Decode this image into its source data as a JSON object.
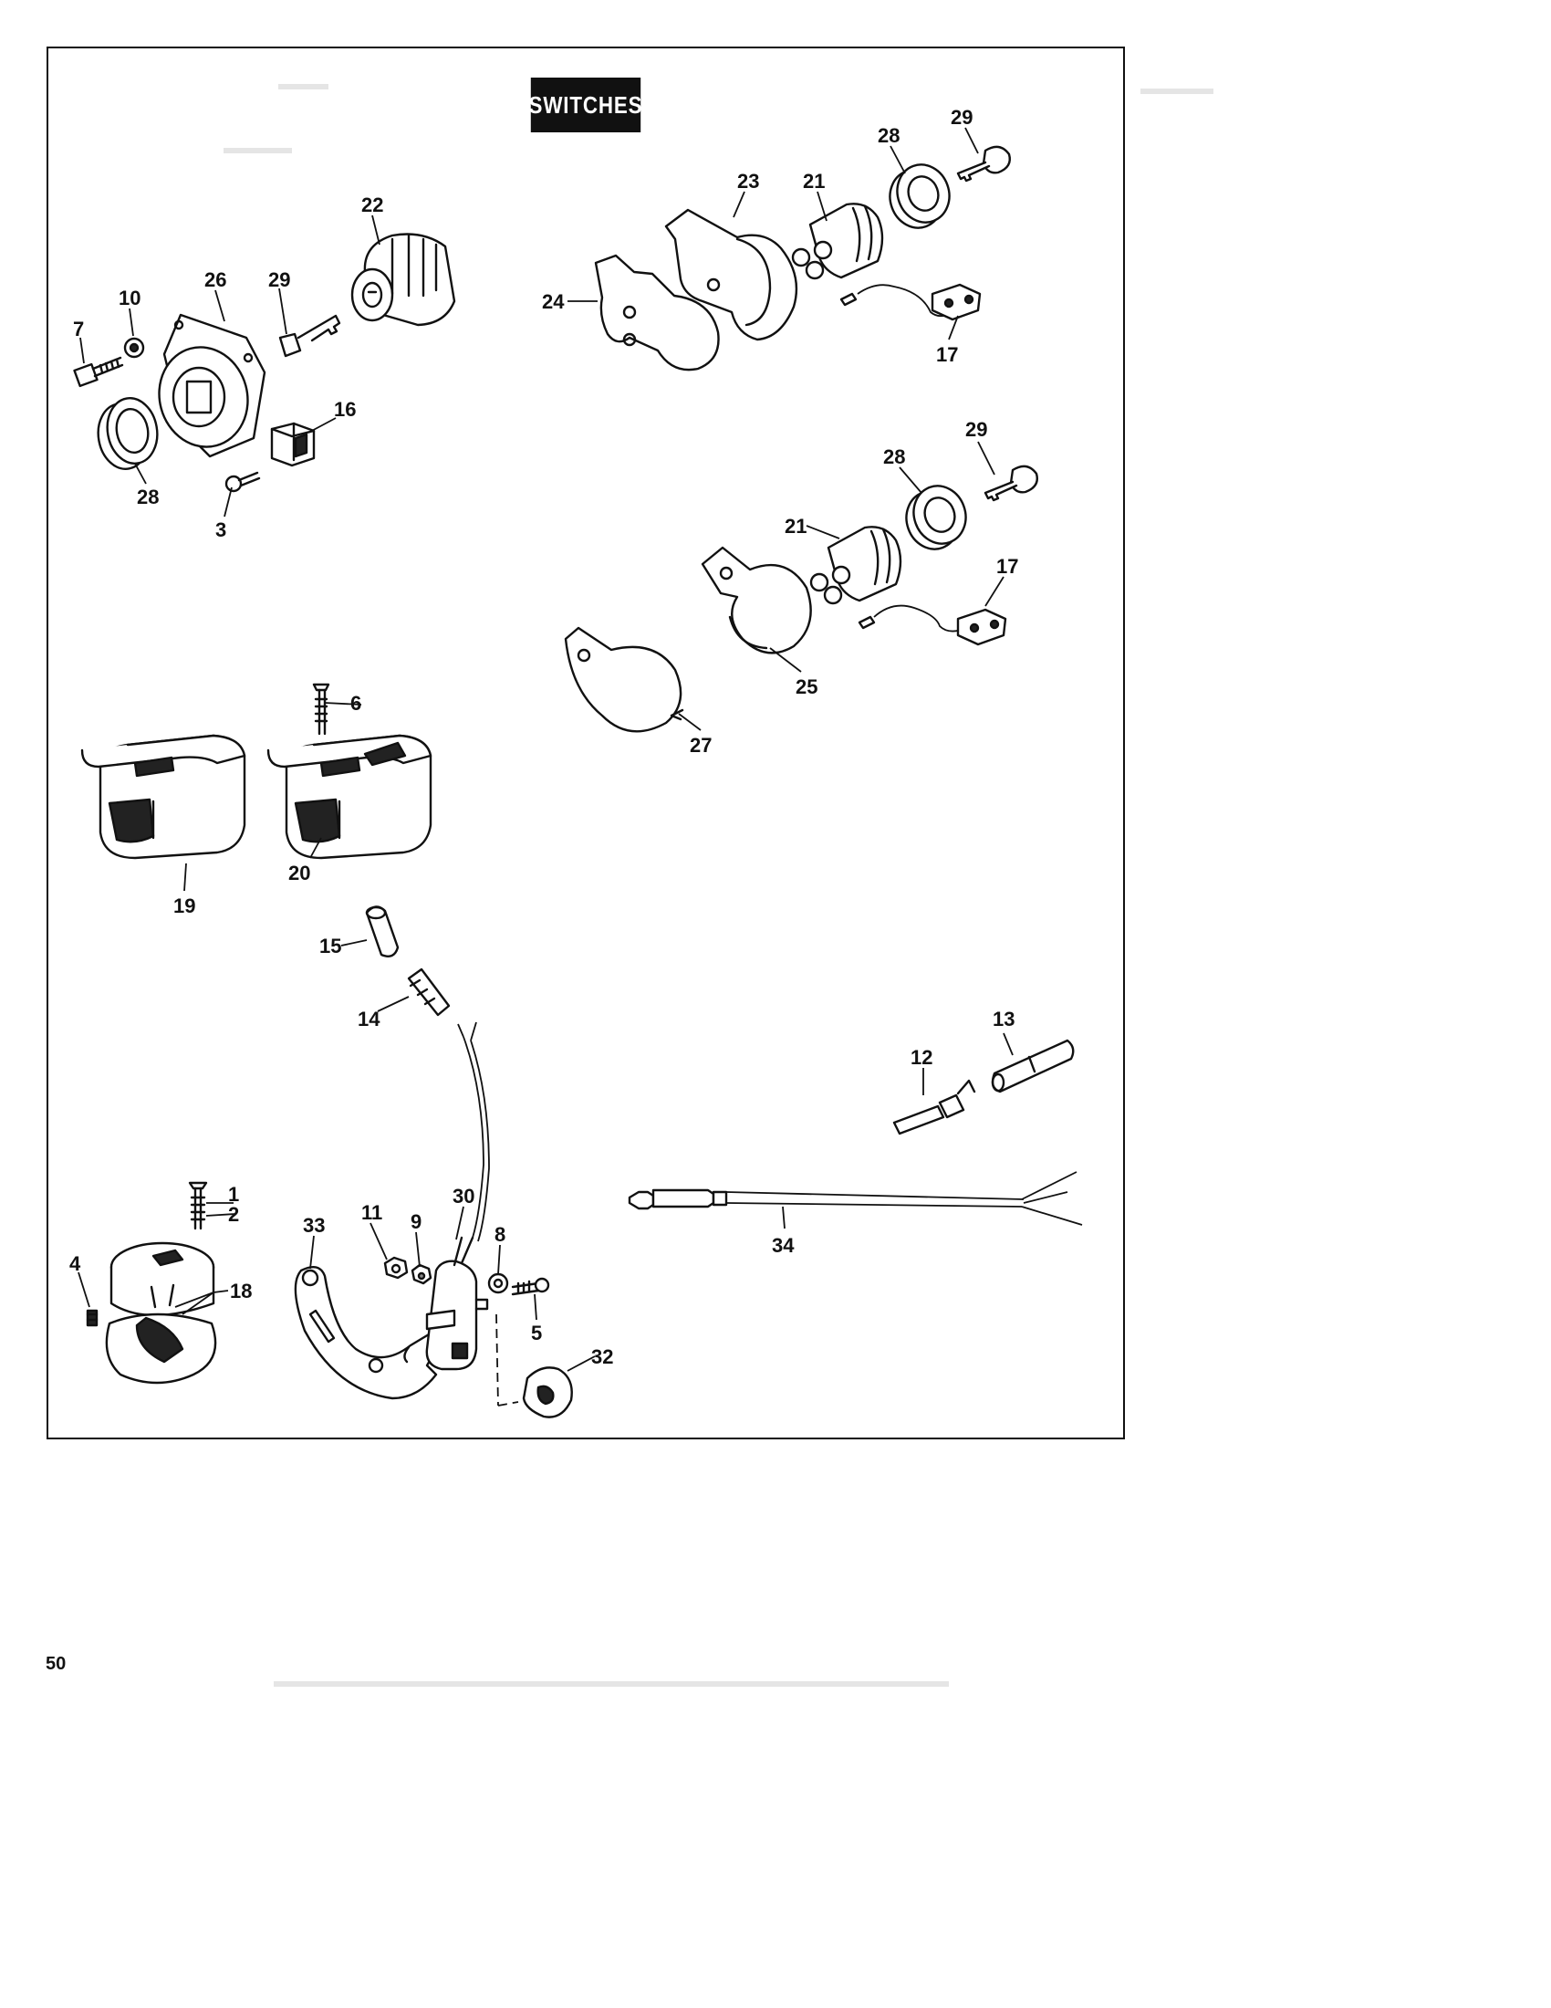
{
  "title": "SWITCHES",
  "page_number": "50",
  "callouts": {
    "c1": "1",
    "c2": "2",
    "c3": "3",
    "c4": "4",
    "c5": "5",
    "c6": "6",
    "c7": "7",
    "c8": "8",
    "c9": "9",
    "c10": "10",
    "c11": "11",
    "c12": "12",
    "c13": "13",
    "c14": "14",
    "c15": "15",
    "c16": "16",
    "c17a": "17",
    "c17b": "17",
    "c18": "18",
    "c19": "19",
    "c20": "20",
    "c21a": "21",
    "c21b": "21",
    "c22": "22",
    "c23": "23",
    "c24": "24",
    "c25": "25",
    "c26": "26",
    "c27": "27",
    "c28a": "28",
    "c28b": "28",
    "c28c": "28",
    "c29a": "29",
    "c29b": "29",
    "c29c": "29",
    "c30": "30",
    "c32": "32",
    "c33": "33",
    "c34": "34"
  },
  "icons": [
    "bolt-icon",
    "washer-icon",
    "nut-icon",
    "key-icon",
    "ring-nut-icon",
    "switch-housing-icon",
    "connector-icon",
    "wire-icon"
  ]
}
